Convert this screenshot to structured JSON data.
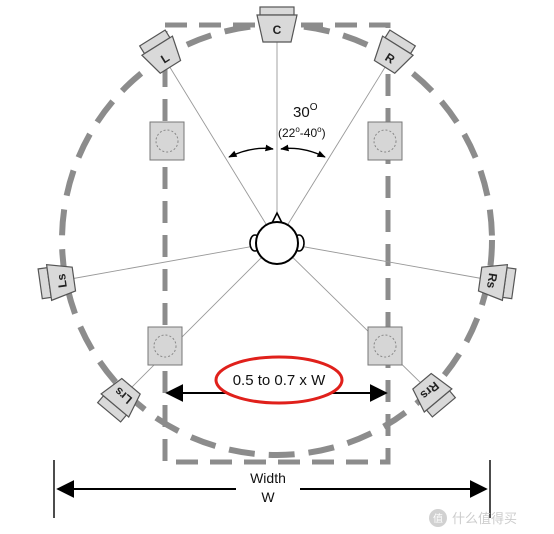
{
  "diagram": {
    "angle": {
      "value": "30",
      "unit": "O",
      "range_open": "(22",
      "range_mid": "-40",
      "range_close": ")",
      "deg": "o"
    },
    "speakers": {
      "center": "C",
      "left": "L",
      "right": "R",
      "left_side": "Ls",
      "right_side": "Rs",
      "left_rear": "Lrs",
      "right_rear": "Rrs"
    },
    "spacing_label": "0.5 to 0.7 x W",
    "width_label_top": "Width",
    "width_label_bottom": "W"
  },
  "watermark": {
    "icon": "值",
    "text": "什么值得买"
  },
  "colors": {
    "highlight": "#e0201b",
    "dashes": "#8c8c8c"
  }
}
